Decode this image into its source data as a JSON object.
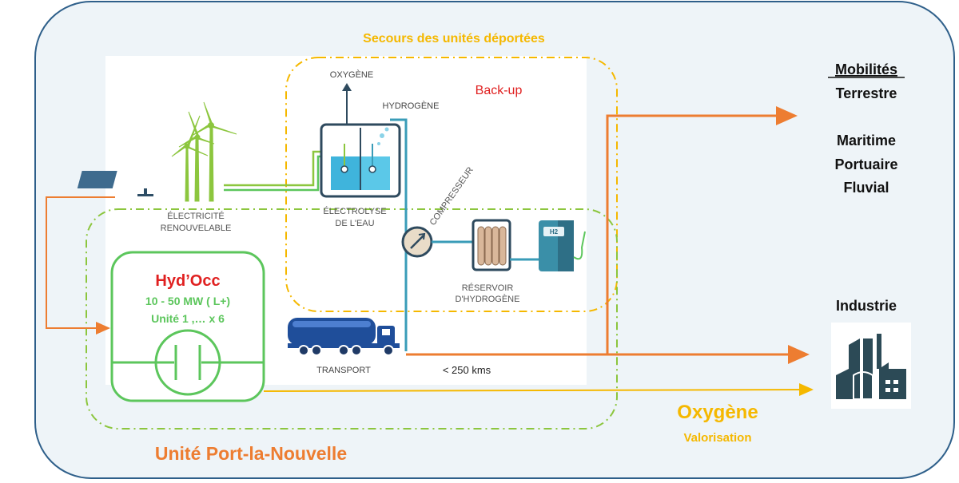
{
  "labels": {
    "secours": "Secours des unités déportées",
    "backup": "Back-up",
    "oxygene_top": "OXYGÈNE",
    "hydrogene": "HYDROGÈNE",
    "electrolyse_1": "ÉLECTROLYSE",
    "electrolyse_2": "DE L'EAU",
    "electricite_1": "ÉLECTRICITÉ",
    "electricite_2": "RENOUVELABLE",
    "compresseur": "COMPRESSEUR",
    "reservoir_1": "RÉSERVOIR",
    "reservoir_2": "D'HYDROGÈNE",
    "h2": "H2",
    "transport": "TRANSPORT",
    "distance": "< 250 kms",
    "hydocc_title": "Hyd’Occ",
    "hydocc_power": "10 - 50 MW ( L+)",
    "hydocc_units": "Unité 1 ,… x 6",
    "unit_name": "Unité Port-la-Nouvelle",
    "oxygene_val_1": "Oxygène",
    "oxygene_val_2": "Valorisation"
  },
  "right_panel": {
    "mobilites": "Mobilités",
    "terrestre": "Terrestre",
    "maritime": "Maritime",
    "portuaire": "Portuaire",
    "fluvial": "Fluvial",
    "industrie": "Industrie"
  },
  "colors": {
    "background": "#eef4f8",
    "outer_border": "#2e5f8a",
    "orange": "#ed7d31",
    "yellow": "#f5b800",
    "green": "#5cc65c",
    "dashed_green": "#8cc63e",
    "teal": "#3a9cb8",
    "dark_blue": "#1f4e79",
    "red": "#e02020"
  },
  "icons": [
    "wind-turbine-icon",
    "solar-panel-icon",
    "electrolyser-icon",
    "compressor-icon",
    "hydrogen-tank-icon",
    "h2-dispenser-icon",
    "truck-icon",
    "factory-icon",
    "hydocc-capacitor-icon"
  ]
}
